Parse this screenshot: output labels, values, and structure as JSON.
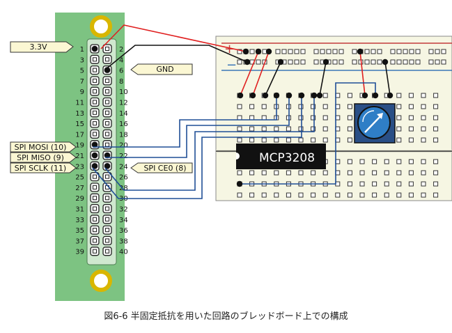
{
  "board": {
    "odd_pins": [
      "1",
      "3",
      "5",
      "7",
      "9",
      "11",
      "13",
      "15",
      "17",
      "19",
      "21",
      "23",
      "25",
      "27",
      "29",
      "31",
      "33",
      "35",
      "37",
      "39"
    ],
    "even_pins": [
      "2",
      "4",
      "6",
      "8",
      "10",
      "12",
      "14",
      "16",
      "18",
      "20",
      "22",
      "24",
      "26",
      "28",
      "30",
      "32",
      "34",
      "36",
      "38",
      "40"
    ]
  },
  "labels": {
    "v33": "3.3V",
    "gnd": "GND",
    "mosi": "SPI MOSI (10)",
    "miso": "SPI MISO (9)",
    "sclk": "SPI SCLK (11)",
    "ce0": "SPI CE0 (8)"
  },
  "breadboard": {
    "rail_plus": "+",
    "rail_minus": "−",
    "chip": "MCP3208"
  },
  "caption": "図6-6 半固定抵抗を用いた回路のブレッドボード上での構成",
  "colors": {
    "board_green": "#7dc382",
    "breadboard_bg": "#f6f6e3",
    "wire_red": "#e02020",
    "wire_black": "#111111",
    "wire_blue": "#1f4e96",
    "label_fill": "#fbf7d3",
    "pot_blue": "#2f7ec6"
  }
}
